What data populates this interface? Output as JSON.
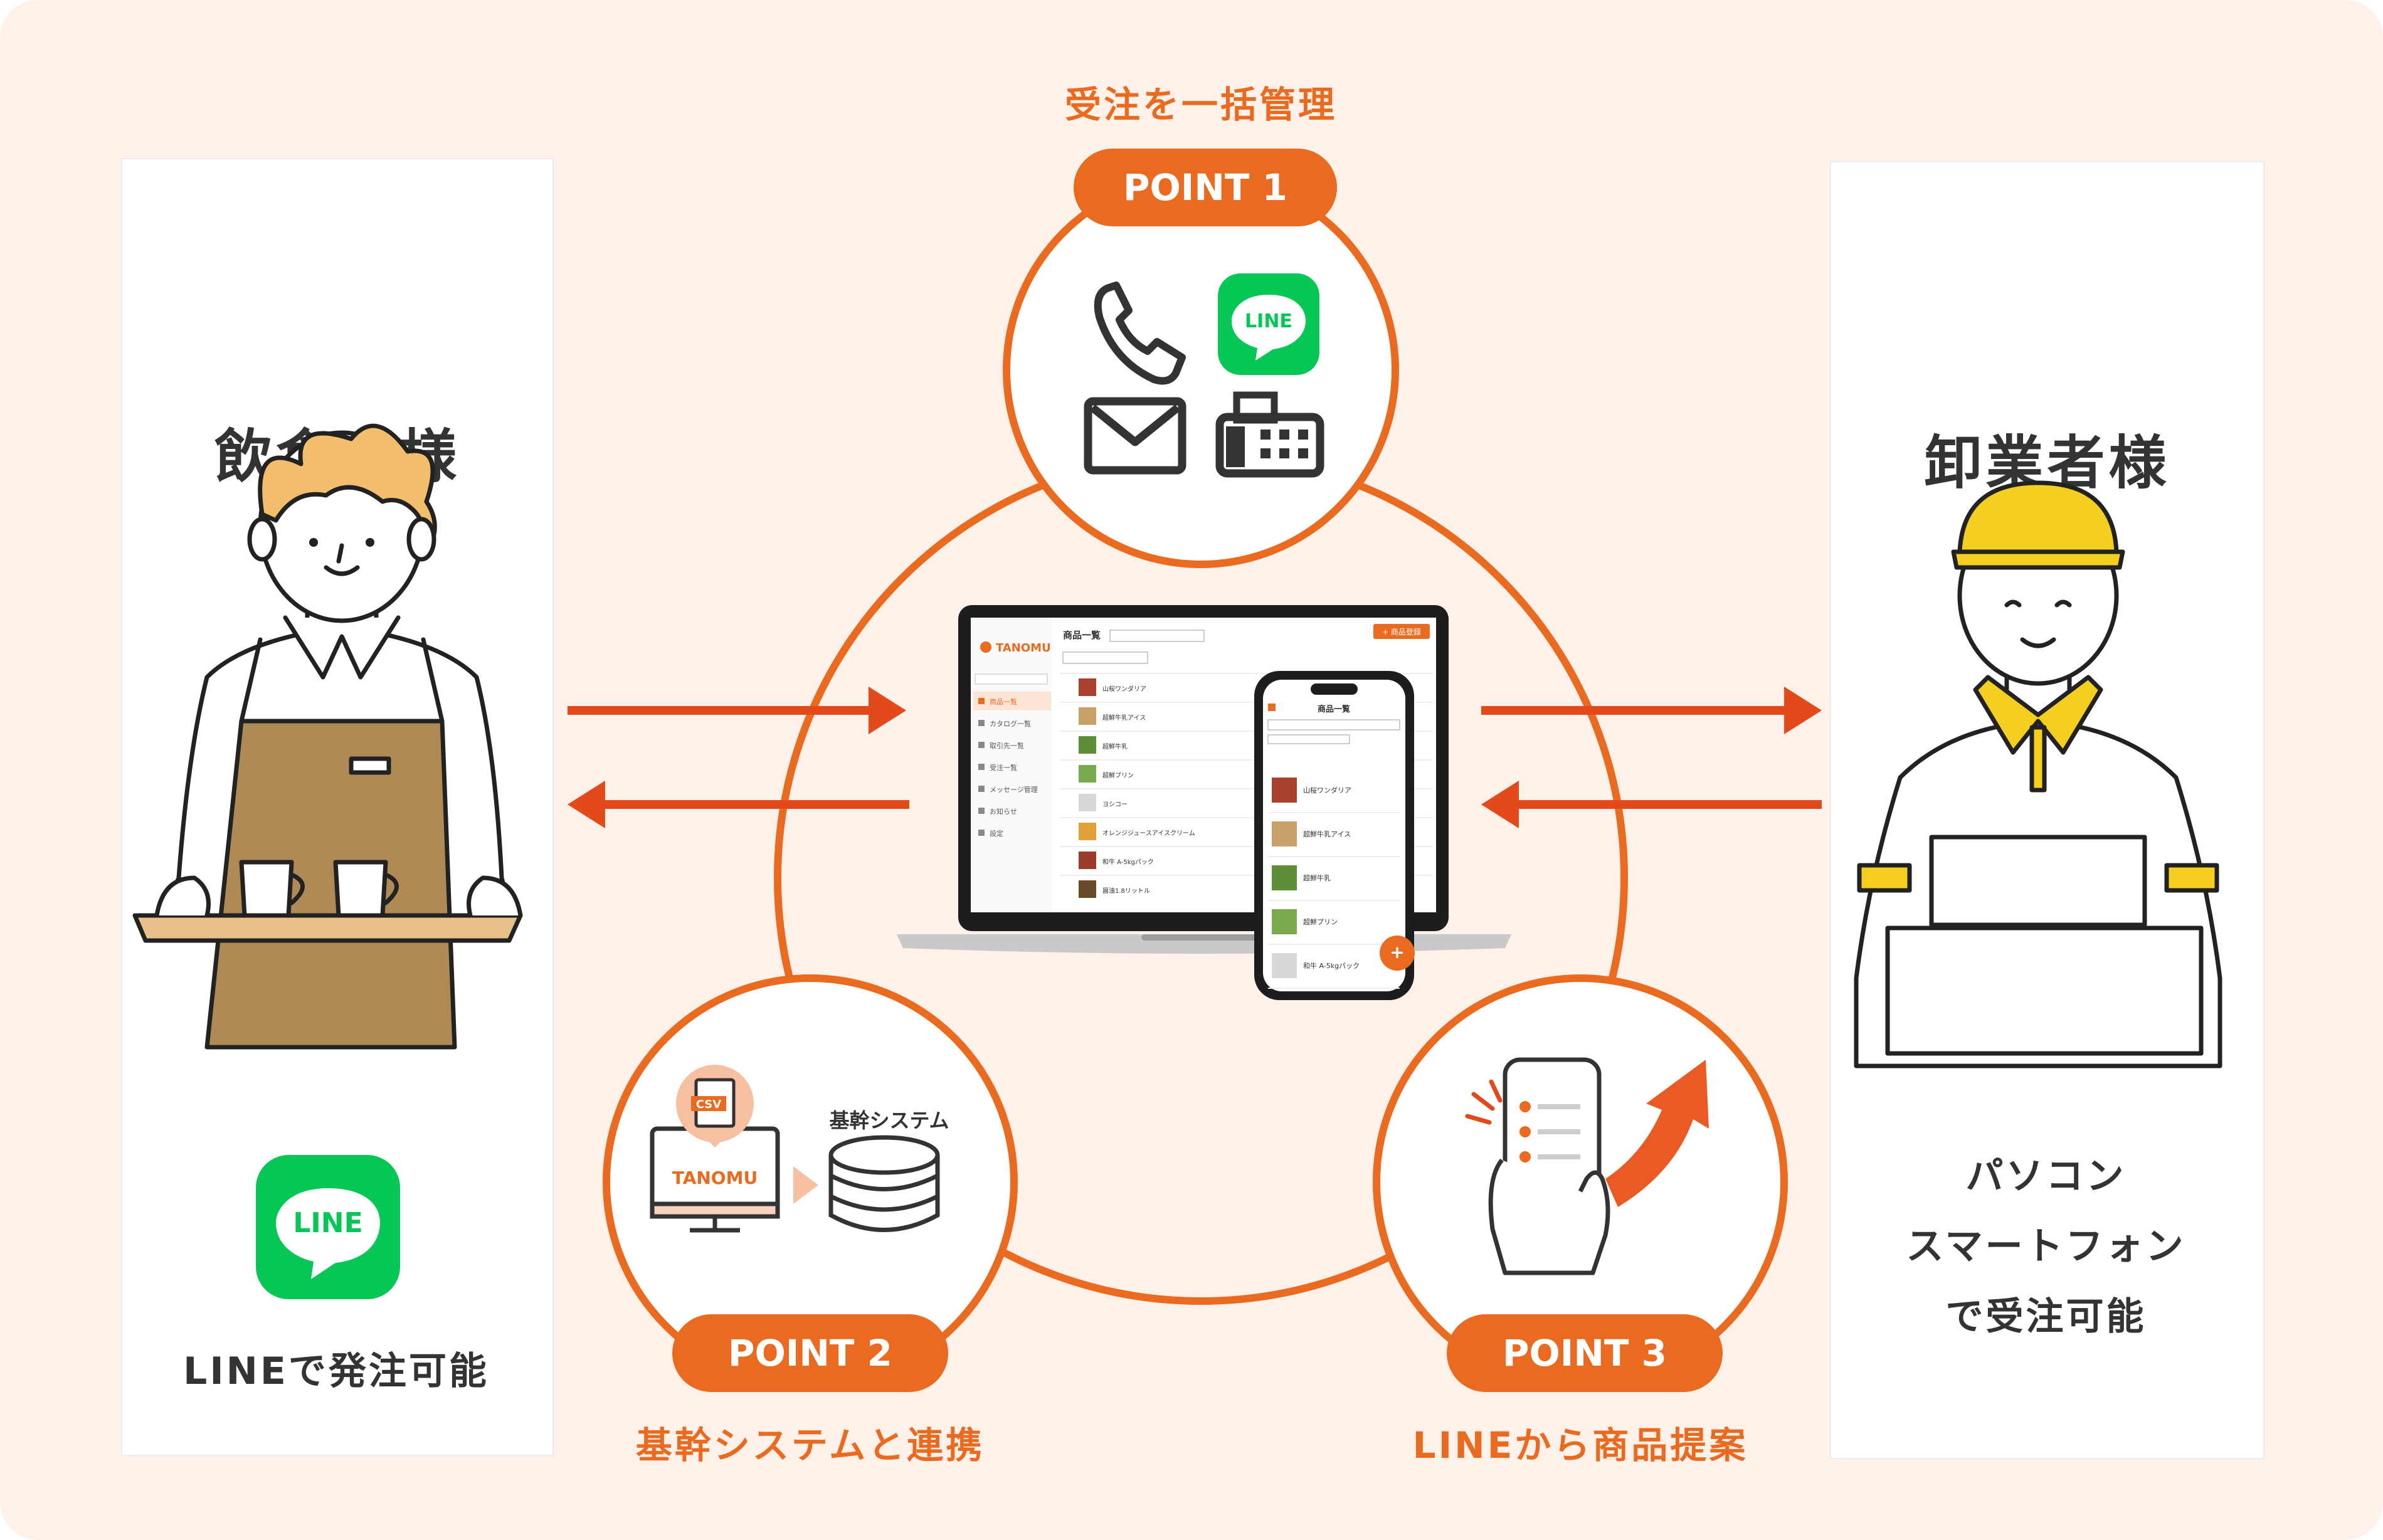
{
  "left_panel": {
    "title": "飲食店様",
    "app_icon_text": "LINE",
    "caption": "LINEで発注可能"
  },
  "right_panel": {
    "title": "卸業者様",
    "caption_lines": [
      "パソコン",
      "スマートフォン",
      "で受注可能"
    ]
  },
  "points": [
    {
      "badge": "POINT 1",
      "label": "受注を一括管理",
      "icons": [
        "phone-icon",
        "line-app-icon",
        "mail-icon",
        "fax-icon"
      ],
      "line_text": "LINE"
    },
    {
      "badge": "POINT 2",
      "label": "基幹システムと連携",
      "file_tag": "CSV",
      "monitor_text": "TANOMU",
      "system_label": "基幹システム"
    },
    {
      "badge": "POINT 3",
      "label": "LINEから商品提案"
    }
  ],
  "laptop": {
    "brand": "TANOMU",
    "screen_title": "商品一覧",
    "add_button": "+ 商品登録",
    "menu_items": [
      "商品一覧",
      "カタログ一覧",
      "取引先一覧",
      "受注一覧",
      "メッセージ管理",
      "お知らせ",
      "設定"
    ],
    "products": [
      "山桜ワンダリア",
      "超鮮牛乳アイス",
      "超鮮牛乳",
      "超鮮プリン",
      "ヨシコー",
      "オレンジジュースアイスクリーム",
      "和牛 A-5kgパック",
      "醤油1.8リットル"
    ]
  },
  "phone": {
    "screen_title": "商品一覧",
    "products": [
      "山桜ワンダリア",
      "超鮮牛乳アイス",
      "超鮮牛乳",
      "超鮮プリン",
      "和牛 A-5kgパック"
    ]
  },
  "colors": {
    "accent": "#ea6a20",
    "background": "#fdf1ea",
    "panel": "#ffffff",
    "text": "#333333",
    "line_green": "#06c755",
    "apron": "#b08a55",
    "cap_yellow": "#f4cf1f"
  }
}
